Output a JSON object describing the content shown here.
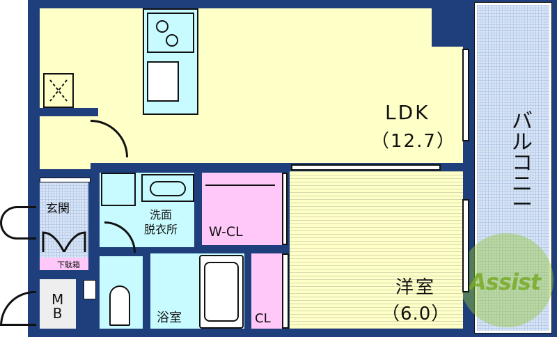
{
  "rooms": {
    "ldk": {
      "name": "LDK",
      "size": "（12.7）"
    },
    "western_room": {
      "name": "洋室",
      "size": "（6.0）"
    },
    "balcony": {
      "name": "バルコニー"
    },
    "entrance": {
      "name": "玄関"
    },
    "shoe_box": {
      "name": "下駄箱"
    },
    "washroom": {
      "name": "洗面\n脱衣所"
    },
    "walk_in_closet": {
      "name": "W-CL"
    },
    "bathroom": {
      "name": "浴室"
    },
    "closet": {
      "name": "CL"
    },
    "meter_box": {
      "name": "M\nB"
    }
  },
  "watermark": {
    "text": "Assist"
  },
  "colors": {
    "wall": "#1e3f7c",
    "ldk": "#ffffc8",
    "wet": "#c8fbff",
    "closet": "#ffc8f8",
    "balcony": "#d8e6f8"
  }
}
